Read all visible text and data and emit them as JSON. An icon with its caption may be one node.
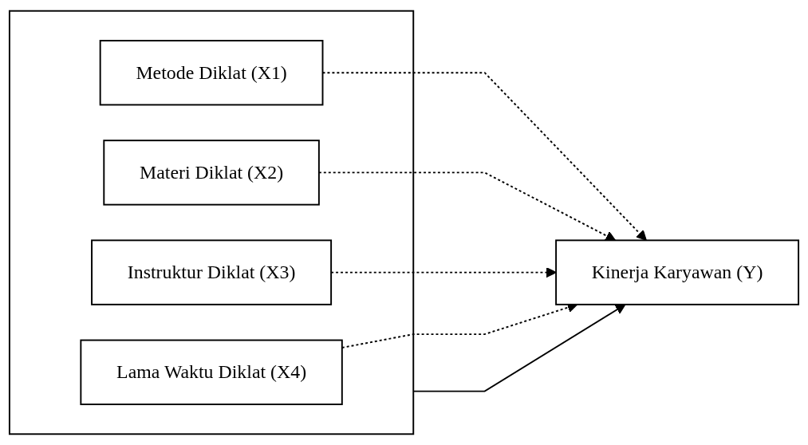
{
  "diagram": {
    "nodes": [
      {
        "text": [],
        "shape": "box"
      },
      {
        "text": [
          "Metode Diklat (X1)"
        ],
        "in": 0
      },
      {
        "text": [
          "Materi Diklat (X2)"
        ],
        "in": 0
      },
      {
        "text": [
          "Instruktur Diklat (X3)"
        ],
        "in": 0
      },
      {
        "text": [
          "Lama Waktu Diklat (X4)"
        ],
        "in": 0
      },
      {
        "text": [
          "Kinerja Karyawan (Y)"
        ]
      }
    ],
    "edges": [
      {
        "from": 0,
        "to": 5,
        "arrow": "to"
      },
      {
        "from": 1,
        "to": 5,
        "arrow": "to",
        "style": "dashed"
      },
      {
        "from": 2,
        "to": 5,
        "arrow": "to",
        "style": "dashed"
      },
      {
        "from": 3,
        "to": 5,
        "arrow": "to",
        "style": "dashed"
      },
      {
        "from": 4,
        "to": 5,
        "arrow": "to",
        "style": "dashed"
      }
    ]
  }
}
